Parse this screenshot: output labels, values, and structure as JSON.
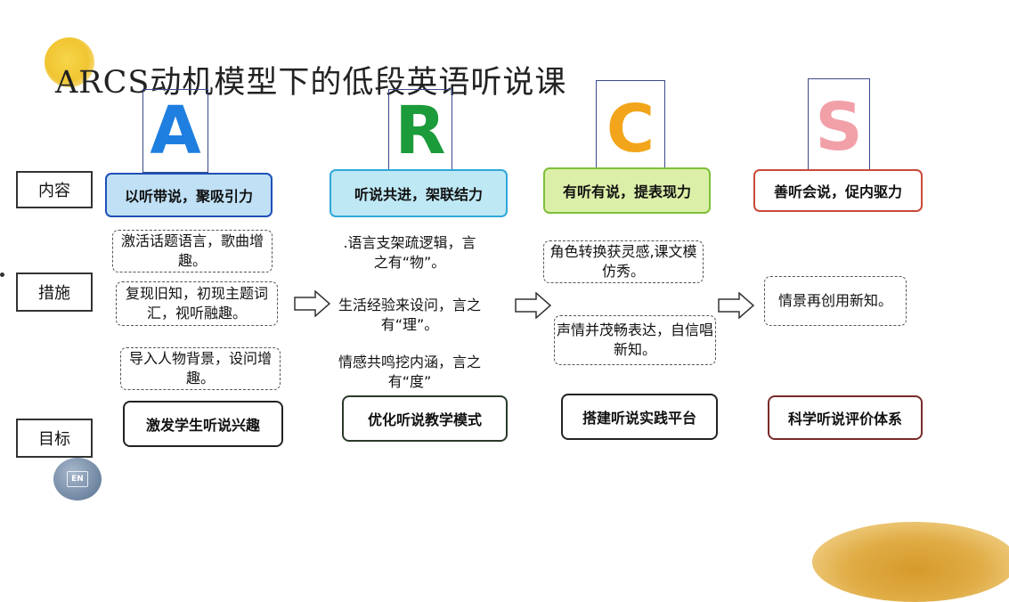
{
  "title": "ARCS动机模型下的低段英语听说课",
  "letters": [
    {
      "text": "A",
      "color": "#1e7fe0"
    },
    {
      "text": "R",
      "color": "#1c9b3b"
    },
    {
      "text": "C",
      "color": "#f2a51a"
    },
    {
      "text": "S",
      "color": "#f2a0a8"
    }
  ],
  "row_labels": {
    "content": "内容",
    "measures": "措施",
    "goal": "目标"
  },
  "categories": [
    {
      "label": "以听带说，聚吸引力",
      "border": "#1f4fb8",
      "fill": "#bfe0f5"
    },
    {
      "label": "听说共进，架联结力",
      "border": "#2fa8d8",
      "fill": "#bfe8f5"
    },
    {
      "label": "有听有说，提表现力",
      "border": "#7fbf3a",
      "fill": "#dcefa8"
    },
    {
      "label": "善听会说，促内驱力",
      "border": "#c94a3a",
      "fill": "#ffffff"
    }
  ],
  "measures": {
    "a": [
      "激活话题语言，歌曲增趣。",
      "复现旧知，初现主题词汇，视听融趣。",
      "导入人物背景，设问增趣。"
    ],
    "r": [
      ".语言支架疏逻辑，言之有“物”。",
      "生活经验来设问，言之有“理”。",
      "情感共鸣挖内涵，言之有“度”"
    ],
    "c": [
      "角色转换获灵感,课文模仿秀。",
      "声情并茂畅表达，自信唱新知。"
    ],
    "s": [
      "情景再创用新知。"
    ]
  },
  "goals": [
    {
      "label": "激发学生听说兴趣",
      "border": "#222222"
    },
    {
      "label": "优化听说教学模式",
      "border": "#2a3a2a"
    },
    {
      "label": "搭建听说实践平台",
      "border": "#222222"
    },
    {
      "label": "科学听说评价体系",
      "border": "#7a2a2a"
    }
  ],
  "badge": {
    "label": "EN"
  }
}
